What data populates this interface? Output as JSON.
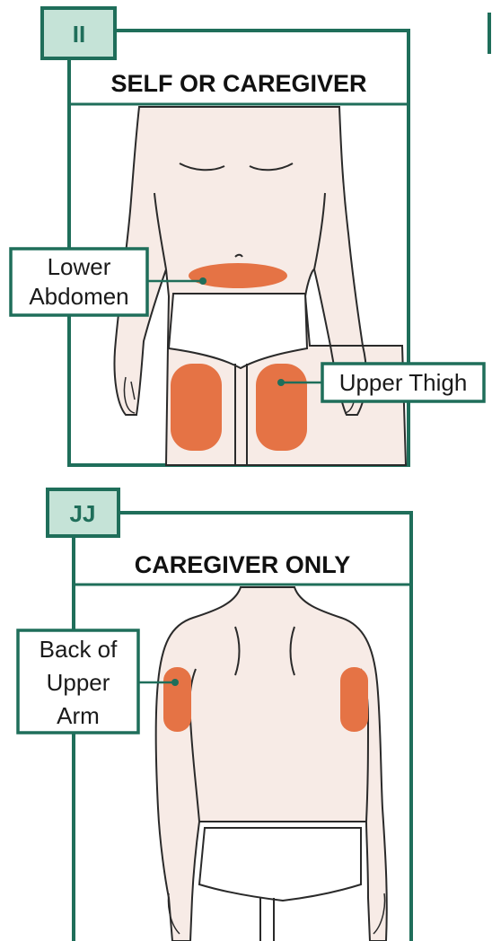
{
  "panels": [
    {
      "tag": "II",
      "title": "SELF OR CAREGIVER",
      "callouts": {
        "lower_abdomen": [
          "Lower",
          "Abdomen"
        ],
        "upper_thigh": [
          "Upper Thigh"
        ]
      }
    },
    {
      "tag": "JJ",
      "title": "CAREGIVER ONLY",
      "callouts": {
        "back_of_upper_arm": [
          "Back of",
          "Upper",
          "Arm"
        ]
      }
    }
  ],
  "colors": {
    "frame": "#1f6e5a",
    "tag_fill": "#c5e3d7",
    "skin": "#f7ebe6",
    "injection_site": "#e57345",
    "outline": "#2a2a2a",
    "brief": "#ffffff"
  }
}
